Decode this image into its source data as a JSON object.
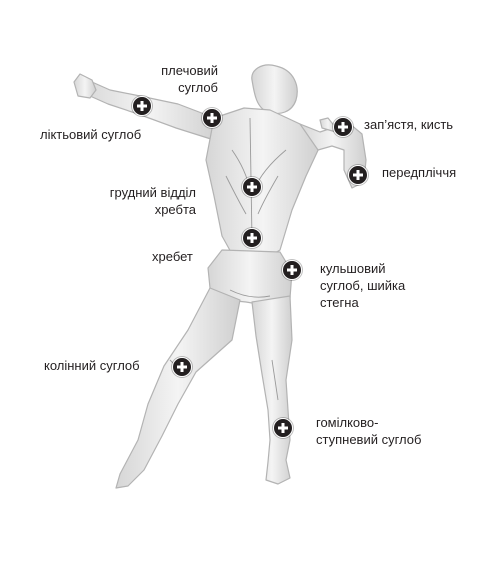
{
  "labels": {
    "shoulder": "плечовий\nсуглоб",
    "elbow": "ліктьовий суглоб",
    "wrist": "зап’ястя, кисть",
    "forearm": "передпліччя",
    "thoracic_spine": "грудний відділ\nхребта",
    "spine": "хребет",
    "hip": "кульшовий\nсуглоб, шийка\nстегна",
    "knee": "колінний суглоб",
    "ankle": "гомілково-\nступневий суглоб"
  },
  "colors": {
    "marker": "#231f20",
    "text": "#231f20",
    "body_fill": "#e9e9e9",
    "body_stroke": "#b8b8b8"
  },
  "icons": {
    "marker": "plus-icon"
  }
}
